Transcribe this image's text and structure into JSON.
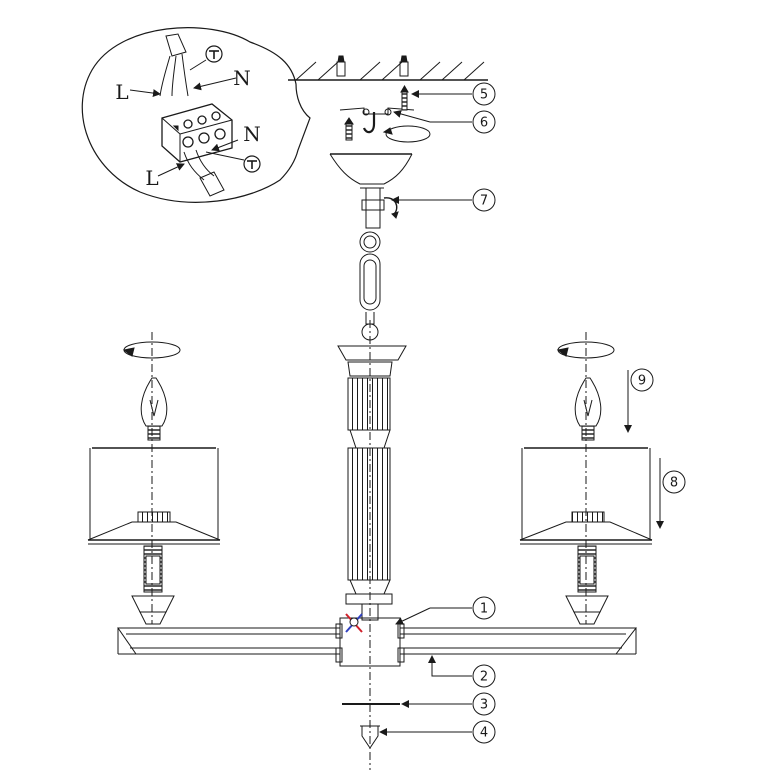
{
  "callouts": [
    "1",
    "2",
    "3",
    "4",
    "5",
    "6",
    "7",
    "8",
    "9"
  ],
  "wiring": {
    "top_live": "L",
    "top_neutral": "N",
    "bottom_neutral": "N",
    "bottom_live": "L"
  },
  "colors": {
    "line": "#1a1a1a",
    "wire_red": "#d0202a",
    "wire_blue": "#3040c0"
  },
  "icons": [
    "ground-icon",
    "screw-icon",
    "hook-icon",
    "bulb-icon",
    "rotate-arrow-icon",
    "terminal-block-icon"
  ]
}
